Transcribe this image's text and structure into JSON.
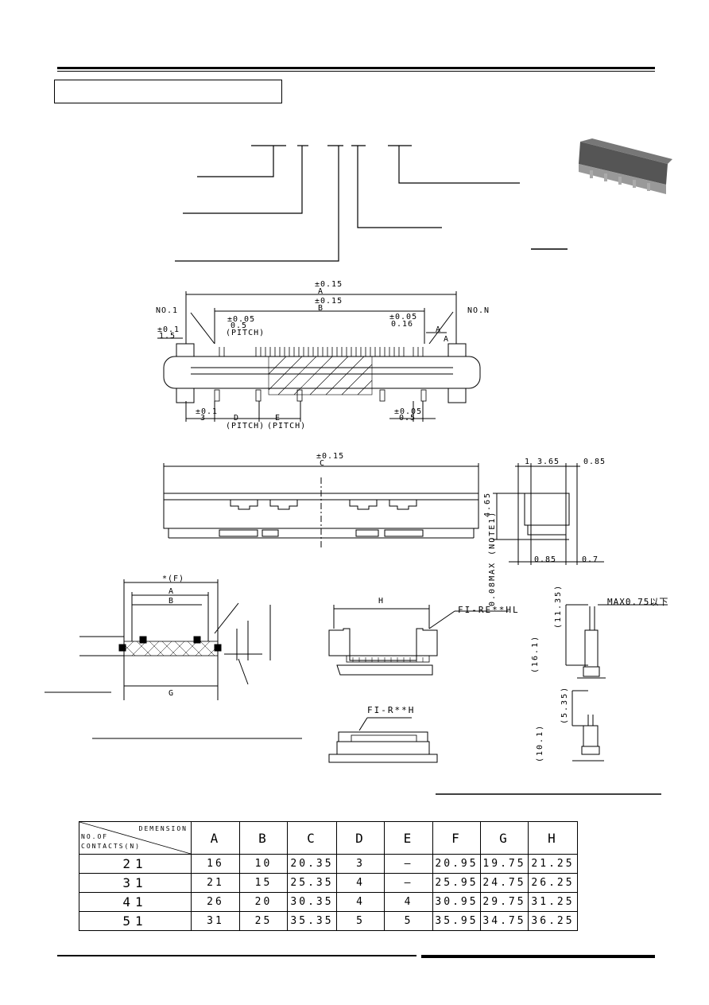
{
  "labels": {
    "dim_a_tol": "±0.15",
    "dim_a": "A",
    "dim_b_tol": "±0.15",
    "dim_b": "B",
    "no1": "NO.1",
    "non": "NO.N",
    "pitch_tol": "±0.05",
    "pitch_val": "0.5",
    "pitch_txt": "(PITCH)",
    "tol_016": "±0.05",
    "val_016": "0.16",
    "tol_15": "±0.1",
    "val_15": "1.5",
    "section_a": "A",
    "tol_3": "±0.1",
    "val_3": "3",
    "dim_d": "D",
    "dim_e": "E",
    "pitch_b1": "(PITCH)",
    "pitch_b2": "(PITCH)",
    "tol_05b": "±0.05",
    "val_05b": "0.5",
    "dim_c_tol": "±0.15",
    "dim_c": "C",
    "side_1": "1",
    "side_365": "3.65",
    "side_085": "0.85",
    "side_465": "4.65",
    "side_note": "0.08MAX (NOTE1)",
    "side_085b": "0.85",
    "side_07": "0.7",
    "h_label": "H",
    "fi_re_hl": "FI-RE**HL",
    "fi_re_h": "FI-R**H",
    "max075": "MAX0.75以下",
    "v1135": "(11.35)",
    "v161": "(16.1)",
    "v535": "(5.35)",
    "v101": "(10.1)",
    "pcb_f": "*(F)",
    "pcb_a": "A",
    "pcb_b": "B",
    "pcb_g": "G"
  },
  "table": {
    "corner_dimension": "DEMENSION",
    "corner_no_of": "NO.OF",
    "corner_contacts": "CONTACTS(N)",
    "columns": [
      "A",
      "B",
      "C",
      "D",
      "E",
      "F",
      "G",
      "H"
    ],
    "rows": [
      {
        "n": "21",
        "vals": [
          "16",
          "10",
          "20.35",
          "3",
          "—",
          "20.95",
          "19.75",
          "21.25"
        ]
      },
      {
        "n": "31",
        "vals": [
          "21",
          "15",
          "25.35",
          "4",
          "—",
          "25.95",
          "24.75",
          "26.25"
        ]
      },
      {
        "n": "41",
        "vals": [
          "26",
          "20",
          "30.35",
          "4",
          "4",
          "30.95",
          "29.75",
          "31.25"
        ]
      },
      {
        "n": "51",
        "vals": [
          "31",
          "25",
          "35.35",
          "5",
          "5",
          "35.95",
          "34.75",
          "36.25"
        ]
      }
    ]
  }
}
